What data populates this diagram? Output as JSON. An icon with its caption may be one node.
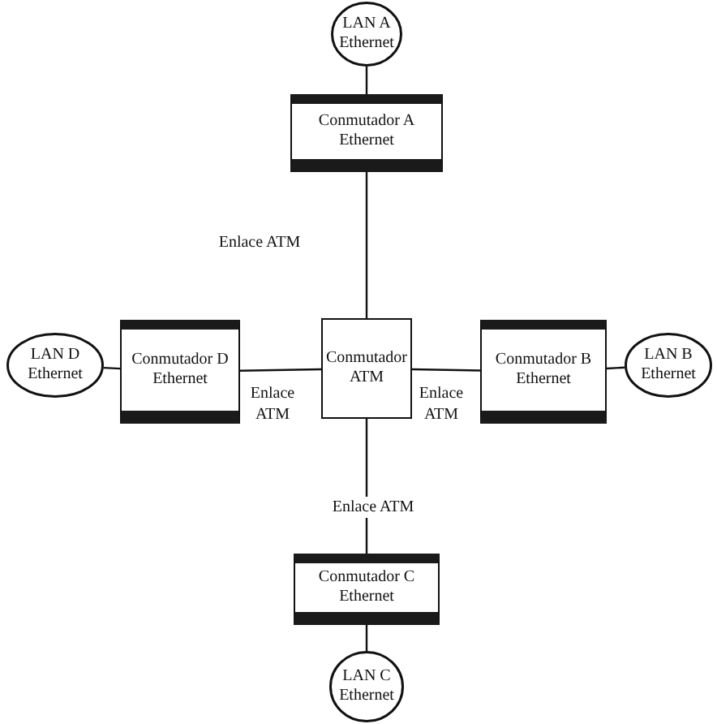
{
  "diagram": {
    "nodes": [
      {
        "text": [
          "LAN A Ethernet"
        ]
      },
      {
        "text": [
          "Conmutador A Ethernet"
        ]
      },
      {
        "text": [
          "LAN D Ethernet"
        ]
      },
      {
        "text": [
          "Conmutador D Ethernet"
        ]
      },
      {
        "text": [
          "Conmutador ATM"
        ]
      },
      {
        "text": [
          "Conmutador B Ethernet"
        ]
      },
      {
        "text": [
          "LAN B Ethernet"
        ]
      },
      {
        "text": [
          "Conmutador C Ethernet"
        ]
      },
      {
        "text": [
          "LAN C Ethernet"
        ]
      }
    ],
    "edges": [
      {
        "from": 0,
        "to": 1,
        "arrow": "none"
      },
      {
        "from": 1,
        "to": 4,
        "arrow": "none",
        "label": "Enlace ATM"
      },
      {
        "from": 2,
        "to": 3,
        "arrow": "none"
      },
      {
        "from": 3,
        "to": 4,
        "arrow": "none",
        "label": "Enlace ATM"
      },
      {
        "from": 4,
        "to": 5,
        "arrow": "none",
        "label": "Enlace ATM"
      },
      {
        "from": 5,
        "to": 6,
        "arrow": "none"
      },
      {
        "from": 4,
        "to": 7,
        "arrow": "none",
        "label": "Enlace ATM"
      },
      {
        "from": 7,
        "to": 8,
        "arrow": "none"
      }
    ]
  }
}
